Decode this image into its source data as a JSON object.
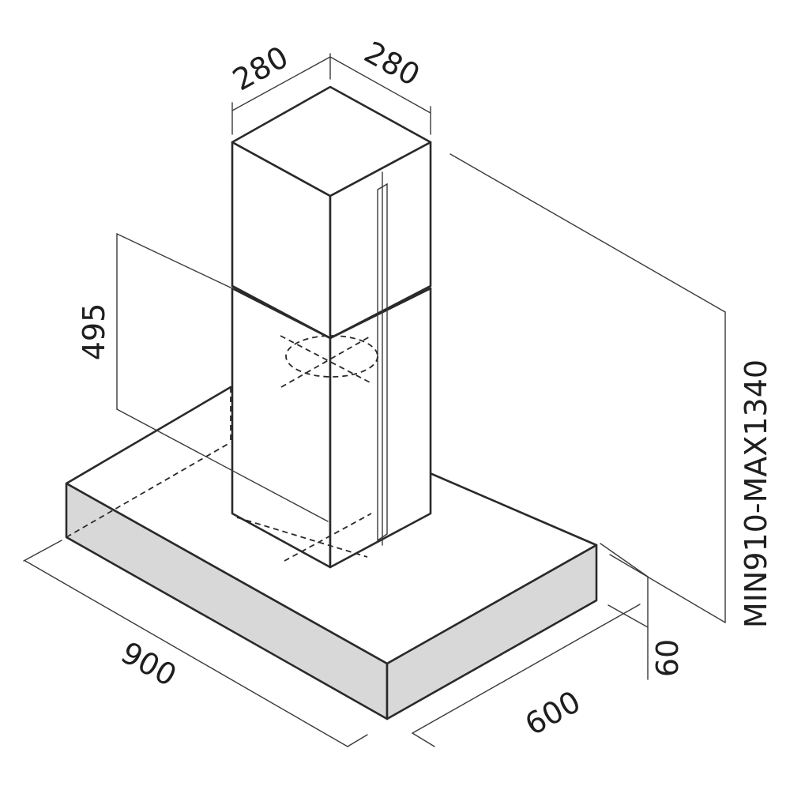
{
  "dimensions": {
    "chimney_width_left": "280",
    "chimney_width_right": "280",
    "lower_chimney_height": "495",
    "total_height": "MIN910-MAX1340",
    "hood_thickness": "60",
    "hood_width": "900",
    "hood_depth": "600"
  },
  "colors": {
    "line": "#2a2a2a",
    "hood_front_fill": "#d8d8d8",
    "background": "#ffffff"
  }
}
